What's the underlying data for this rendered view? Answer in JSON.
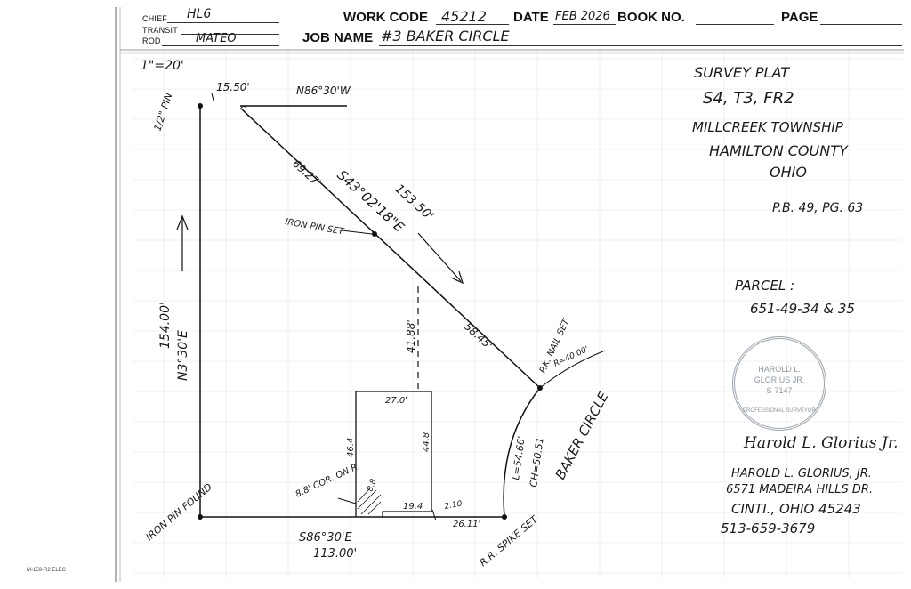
{
  "header": {
    "chief_label": "CHIEF",
    "chief_value": "HL6",
    "transit_label": "TRANSIT",
    "transit_value": "",
    "rod_label": "ROD",
    "rod_value": "MATEO",
    "work_code_label": "WORK CODE",
    "work_code_value": "45212",
    "date_label": "DATE",
    "date_value": "FEB 2026",
    "book_label": "BOOK NO.",
    "book_value": "",
    "page_label": "PAGE",
    "page_value": "",
    "job_name_label": "JOB NAME",
    "job_name_value": "#3 BAKER CIRCLE"
  },
  "plat": {
    "scale": "1\"=20'",
    "title_lines": [
      "SURVEY PLAT",
      "S4, T3, FR2",
      "MILLCREEK TOWNSHIP",
      "HAMILTON COUNTY",
      "OHIO"
    ],
    "pb_ref": "P.B. 49, PG. 63",
    "parcel_label": "PARCEL :",
    "parcel_value": "651-49-34 & 35",
    "surveyor_signature": "Harold L. Glorius Jr.",
    "surveyor_lines": [
      "HAROLD L. GLORIUS, JR.",
      "6571 MADEIRA HILLS DR.",
      "CINTI., OHIO 45243",
      "513-659-3679"
    ],
    "stamp_text": [
      "HAROLD L.",
      "GLORIUS JR.",
      "S-7147"
    ],
    "stamp_ring": "PROFESSIONAL SURVEYOR",
    "form_code": "M-159-R2 ELEC"
  },
  "drawing": {
    "pin_topleft": "1/2\" PIN",
    "dim_1550": "15.50'",
    "bearing_top": "N86°30'W",
    "bearing_diag": "S43°02'18\"E",
    "dim_15350": "153.50'",
    "dim_6927": "69.27'",
    "iron_pin_set": "IRON PIN SET",
    "dim_4188": "41.88'",
    "dim_5845": "58.45'",
    "pk_nail": "P.K. NAIL SET",
    "radius": "R=40.00'",
    "dim_west": "154.00'",
    "bearing_west": "N3°30'E",
    "house_271": "27.0'",
    "house_448": "44.8",
    "house_464": "46.4",
    "house_194": "19.4",
    "house_88": "8.8",
    "dim_21": "2.10",
    "cor_label": "8.8' COR. ON R.",
    "arc_length": "L=54.66'",
    "chord": "CH=50.51",
    "street": "BAKER CIRCLE",
    "iron_pin_found": "IRON PIN FOUND",
    "bearing_south": "S86°30'E",
    "dim_11300": "113.00'",
    "dim_2611": "26.11'",
    "rr_spike": "R.R. SPIKE SET"
  }
}
